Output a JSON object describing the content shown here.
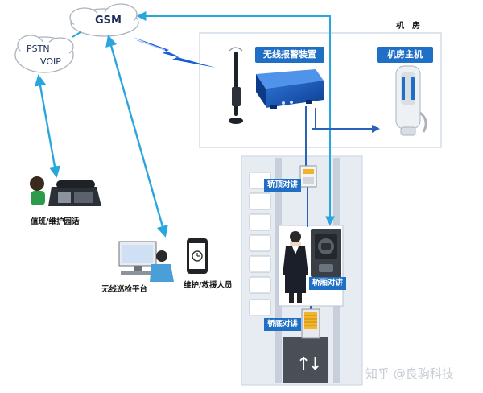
{
  "networks": {
    "gsm": "GSM",
    "pstn": "PSTN",
    "voip": "VOIP"
  },
  "machine_room": {
    "title": "机　房",
    "alarm_device_label": "无线报警装置",
    "host_label": "机房主机"
  },
  "shaft": {
    "car_top_label": "轿顶对讲",
    "car_label": "轿厢对讲",
    "pit_label": "轿底对讲",
    "direction_glyph": "↑↓"
  },
  "left_side": {
    "duty_label": "值班/维护园话",
    "platform_label": "无线巡检平台",
    "rescue_label": "维护/救援人员"
  },
  "watermark": {
    "text": "知乎 @良驹科技"
  },
  "colors": {
    "link_line": "#2aa6de",
    "label_bg": "#1f6fc7",
    "room_border": "#c9d3de",
    "shaft_bg": "#e6ecf2",
    "lightning": "#1a5bd9"
  }
}
